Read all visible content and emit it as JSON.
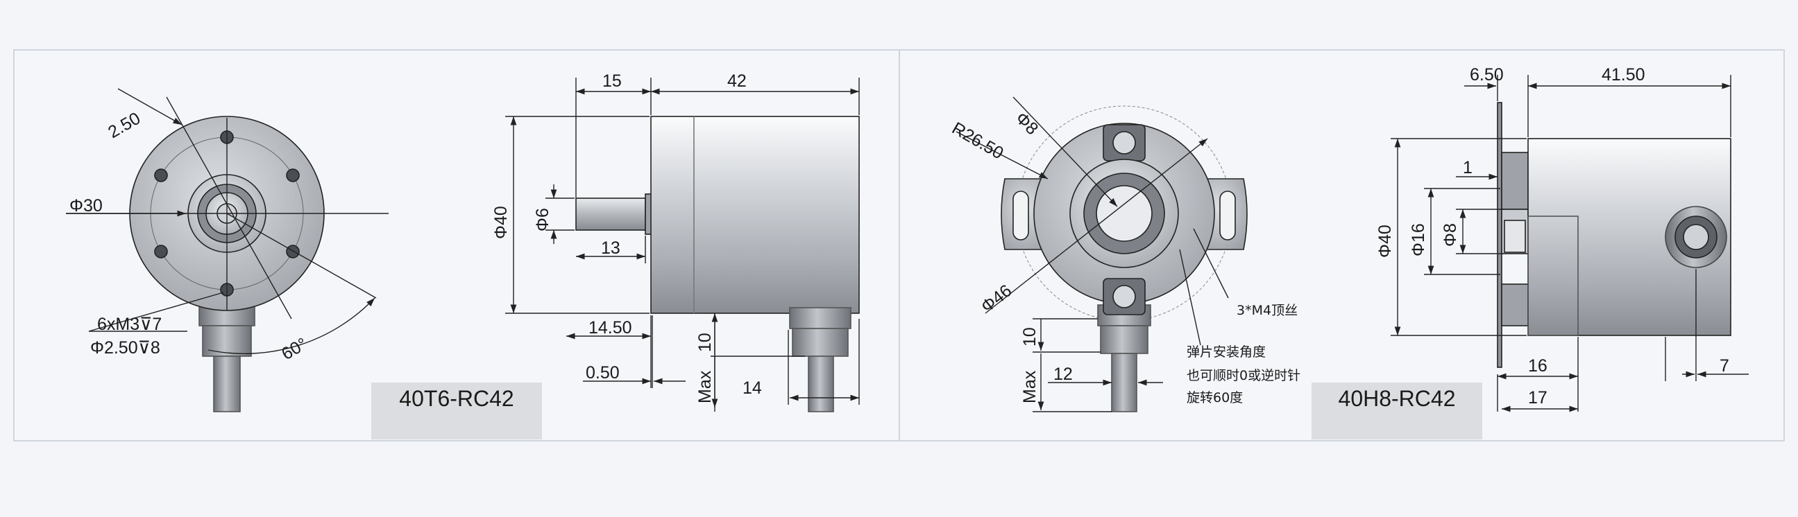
{
  "left": {
    "front": {
      "d2_50": "2.50",
      "d30": "Φ30",
      "thread": "6xM3⊽7",
      "hole": "Φ2.50⊽8",
      "angle": "60°"
    },
    "side": {
      "d15": "15",
      "d42": "42",
      "d40": "Φ40",
      "d6": "Φ6",
      "d13": "13",
      "d14_50": "14.50",
      "d0_50": "0.50",
      "d10": "10",
      "max": "Max",
      "d14": "14"
    },
    "model": "40T6-RC42"
  },
  "right": {
    "front": {
      "d8": "Φ8",
      "r26_50": "R26.50",
      "d46": "Φ46",
      "d10": "10",
      "max": "Max",
      "d12": "12",
      "screw": "3*M4顶丝",
      "note1": "弹片安装角度",
      "note2": "也可顺时0或逆时针",
      "note3": "旋转60度"
    },
    "side": {
      "d6_50": "6.50",
      "d41_50": "41.50",
      "d1": "1",
      "d40": "Φ40",
      "d16v": "Φ16",
      "d8v": "Φ8",
      "d16": "16",
      "d17": "17",
      "d7": "7"
    },
    "model": "40H8-RC42"
  }
}
